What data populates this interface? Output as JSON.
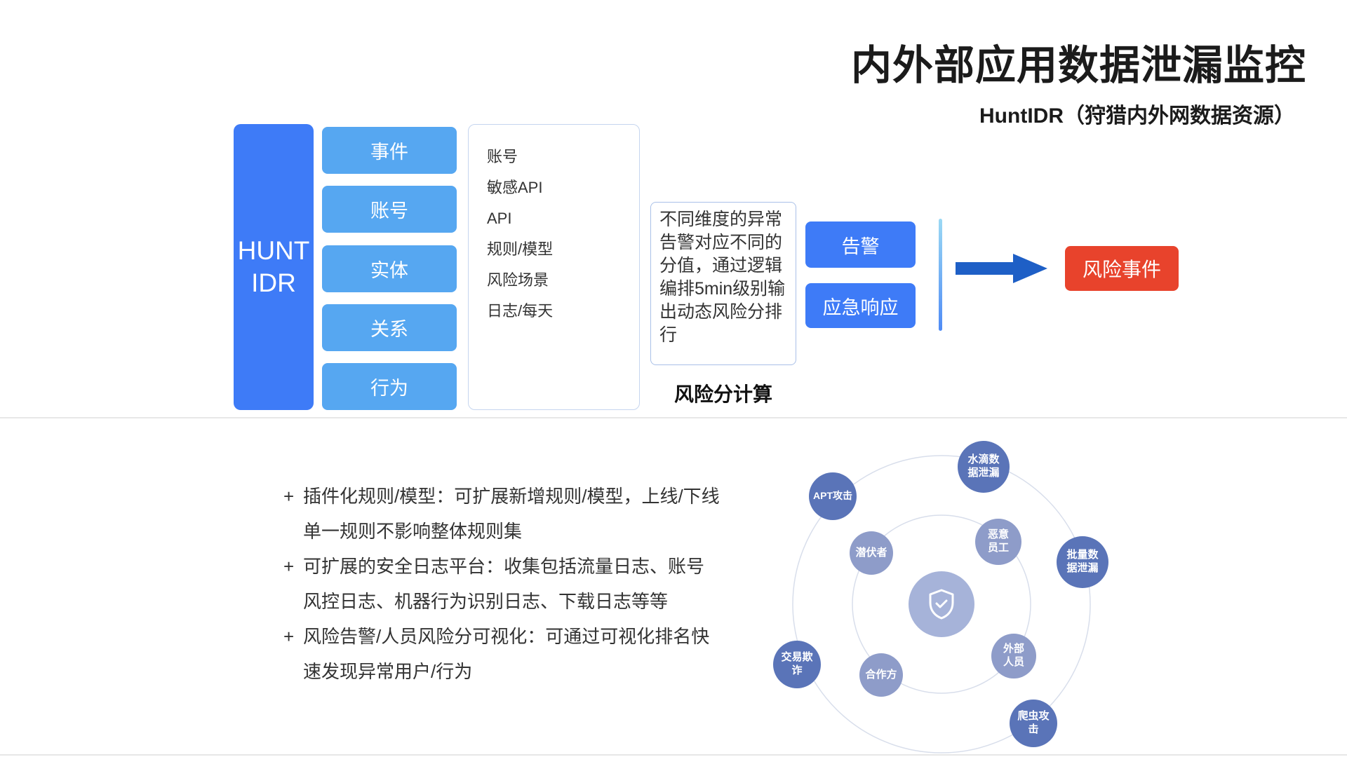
{
  "colors": {
    "primary_blue": "#3E7BF7",
    "module_blue": "#56A7F1",
    "alert_red": "#E8432C",
    "arrow_blue": "#1E5FC6",
    "node_dark": "#5A74B8",
    "node_light": "#8E9CC9",
    "center_circle": "#A6B3D9"
  },
  "header": {
    "title": "内外部应用数据泄漏监控",
    "subtitle": "HuntIDR（狩猎内外网数据资源）"
  },
  "pipeline": {
    "platform_label": "HUNT IDR",
    "modules": [
      "事件",
      "账号",
      "实体",
      "关系",
      "行为"
    ],
    "data_items": [
      "账号",
      "敏感API",
      "API",
      "规则/模型",
      "风险场景",
      "日志/每天"
    ],
    "risk_calc": {
      "description": "不同维度的异常告警对应不同的分值，通过逻辑编排5min级别输出动态风险分排行",
      "label": "风险分计算"
    },
    "actions": [
      "告警",
      "应急响应"
    ],
    "result_label": "风险事件"
  },
  "features": {
    "marker": "+",
    "items": [
      "插件化规则/模型：可扩展新增规则/模型，上线/下线\n单一规则不影响整体规则集",
      "可扩展的安全日志平台：收集包括流量日志、账号\n风控日志、机器行为识别日志、下载日志等等",
      "风险告警/人员风险分可视化：可通过可视化排名快\n速发现异常用户/行为"
    ]
  },
  "radar": {
    "center_icon": "shield-icon",
    "nodes": [
      {
        "label": "水滴数\n据泄漏"
      },
      {
        "label": "APT攻击"
      },
      {
        "label": "潜伏者"
      },
      {
        "label": "恶意\n员工"
      },
      {
        "label": "批量数\n据泄漏"
      },
      {
        "label": "交易欺\n诈"
      },
      {
        "label": "合作方"
      },
      {
        "label": "外部\n人员"
      },
      {
        "label": "爬虫攻\n击"
      }
    ]
  }
}
